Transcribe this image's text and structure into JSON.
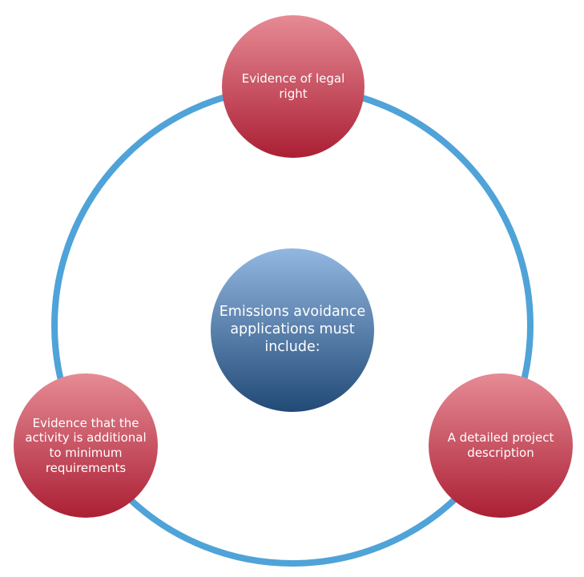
{
  "diagram": {
    "type": "cycle",
    "center": {
      "label": "Emissions avoidance applications must include:",
      "lines": [
        "Emissions avoidance",
        "applications must",
        "include:"
      ]
    },
    "nodes": [
      {
        "id": "top",
        "label": "Evidence of legal right",
        "lines": [
          "Evidence of legal",
          "right"
        ]
      },
      {
        "id": "right",
        "label": "A detailed project description",
        "lines": [
          "A detailed project",
          "description"
        ]
      },
      {
        "id": "left",
        "label": "Evidence that the activity is additional to minimum requirements",
        "lines": [
          "Evidence that the",
          "activity is additional",
          "to minimum",
          "requirements"
        ]
      }
    ],
    "colors": {
      "ring": "#4fa3d8",
      "node_top": "#e68b95",
      "node_bottom": "#ab1f34",
      "center_top": "#92b7e0",
      "center_bottom": "#224a77",
      "text": "#ffffff"
    }
  }
}
